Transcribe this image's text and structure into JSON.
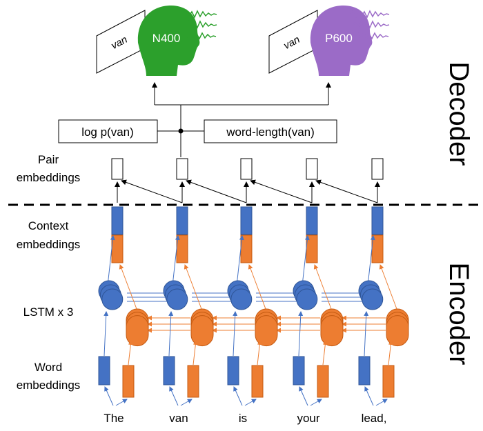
{
  "labels": {
    "decoder": "Decoder",
    "encoder": "Encoder",
    "pair_embeddings": [
      "Pair",
      "embeddings"
    ],
    "context_embeddings": [
      "Context",
      "embeddings"
    ],
    "lstm": "LSTM x 3",
    "word_embeddings": [
      "Word",
      "embeddings"
    ]
  },
  "decoder_outputs": [
    {
      "screen_word": "van",
      "signal": "N400"
    },
    {
      "screen_word": "van",
      "signal": "P600"
    }
  ],
  "feature_boxes": {
    "left": "log p(van)",
    "right": "word-length(van)"
  },
  "words": [
    "The",
    "van",
    "is",
    "your",
    "lead,"
  ],
  "colors": {
    "forward": "#4472c4",
    "backward": "#ed7d31",
    "n400_head": "#2ca02c",
    "p600_head": "#9b6bc7"
  },
  "icons": {
    "head": "human-head-icon",
    "signal": "eeg-wave-icon",
    "screen": "display-panel-icon"
  }
}
